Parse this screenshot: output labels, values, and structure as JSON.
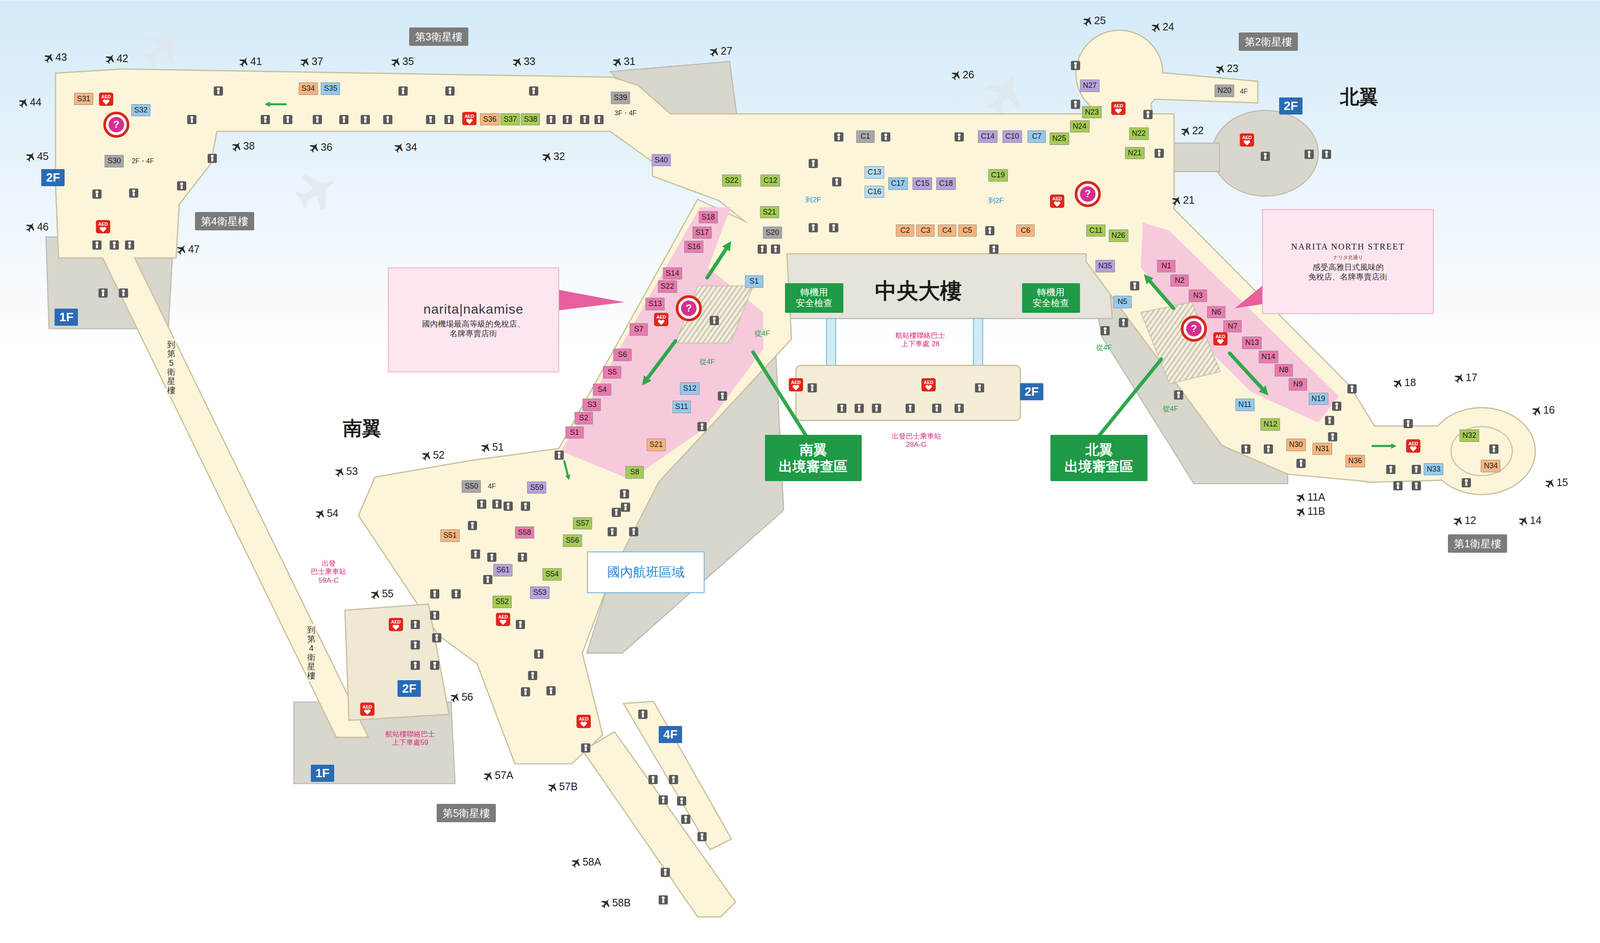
{
  "diagram": {
    "nodes": [
      {
        "text": [
          "第3衛星樓"
        ]
      },
      {
        "text": [
          "第2衛星樓"
        ]
      },
      {
        "text": [
          "第4衛星樓"
        ]
      },
      {
        "text": [
          "第5衛星樓"
        ]
      },
      {
        "text": [
          "第1衛星樓"
        ]
      },
      {
        "text": [
          "2F"
        ]
      },
      {
        "text": [
          "2F"
        ]
      },
      {
        "text": [
          "2F"
        ]
      },
      {
        "text": [
          "2F"
        ]
      },
      {
        "text": [
          "1F"
        ]
      },
      {
        "text": [
          "1F"
        ]
      },
      {
        "text": [
          "4F"
        ]
      },
      {
        "text": [
          "narita|nakamise",
          "國內機場最高等級的免稅店、 名牌專賣店街"
        ]
      },
      {
        "text": [
          "NARITA NORTH STREET",
          "ナリタ北通り",
          "感受高雅日式風味的 免稅店、名牌專賣店街"
        ]
      },
      {
        "text": [
          "南翼 出境審查區"
        ]
      },
      {
        "text": [
          "北翼 出境審查區"
        ]
      },
      {
        "text": [
          "轉機用 安全檢查"
        ]
      },
      {
        "text": [
          "轉機用 安全檢查"
        ]
      },
      {
        "text": [
          "國內航班區域"
        ]
      },
      {
        "text": [
          "S31"
        ]
      },
      {
        "text": [
          "S32"
        ]
      },
      {
        "text": [
          "S30"
        ]
      },
      {
        "text": [
          "S34"
        ]
      },
      {
        "text": [
          "S35"
        ]
      },
      {
        "text": [
          "S36"
        ]
      },
      {
        "text": [
          "S37"
        ]
      },
      {
        "text": [
          "S38"
        ]
      },
      {
        "text": [
          "S39"
        ]
      },
      {
        "text": [
          "S40"
        ]
      },
      {
        "text": [
          "S22"
        ]
      },
      {
        "text": [
          "C12"
        ]
      },
      {
        "text": [
          "C1"
        ]
      },
      {
        "text": [
          "C14"
        ]
      },
      {
        "text": [
          "C10"
        ]
      },
      {
        "text": [
          "C7"
        ]
      },
      {
        "text": [
          "N25"
        ]
      },
      {
        "text": [
          "N24"
        ]
      },
      {
        "text": [
          "N23"
        ]
      },
      {
        "text": [
          "N27"
        ]
      },
      {
        "text": [
          "N20"
        ]
      },
      {
        "text": [
          "N22"
        ]
      },
      {
        "text": [
          "N21"
        ]
      },
      {
        "text": [
          "C13"
        ]
      },
      {
        "text": [
          "C16"
        ]
      },
      {
        "text": [
          "C17"
        ]
      },
      {
        "text": [
          "C15"
        ]
      },
      {
        "text": [
          "C18"
        ]
      },
      {
        "text": [
          "C19"
        ]
      },
      {
        "text": [
          "S18"
        ]
      },
      {
        "text": [
          "S17"
        ]
      },
      {
        "text": [
          "S16"
        ]
      },
      {
        "text": [
          "S21"
        ]
      },
      {
        "text": [
          "S20"
        ]
      },
      {
        "text": [
          "C2"
        ]
      },
      {
        "text": [
          "C3"
        ]
      },
      {
        "text": [
          "C4"
        ]
      },
      {
        "text": [
          "C5"
        ]
      },
      {
        "text": [
          "C6"
        ]
      },
      {
        "text": [
          "C11"
        ]
      },
      {
        "text": [
          "N26"
        ]
      },
      {
        "text": [
          "S14"
        ]
      },
      {
        "text": [
          "S22"
        ]
      },
      {
        "text": [
          "S1"
        ]
      },
      {
        "text": [
          "N35"
        ]
      },
      {
        "text": [
          "N1"
        ]
      },
      {
        "text": [
          "N2"
        ]
      },
      {
        "text": [
          "N3"
        ]
      },
      {
        "text": [
          "N5"
        ]
      },
      {
        "text": [
          "S13"
        ]
      },
      {
        "text": [
          "N6"
        ]
      },
      {
        "text": [
          "S7"
        ]
      },
      {
        "text": [
          "N7"
        ]
      },
      {
        "text": [
          "N13"
        ]
      },
      {
        "text": [
          "S6"
        ]
      },
      {
        "text": [
          "N14"
        ]
      },
      {
        "text": [
          "S5"
        ]
      },
      {
        "text": [
          "N8"
        ]
      },
      {
        "text": [
          "N9"
        ]
      },
      {
        "text": [
          "S12"
        ]
      },
      {
        "text": [
          "S4"
        ]
      },
      {
        "text": [
          "N19"
        ]
      },
      {
        "text": [
          "N11"
        ]
      },
      {
        "text": [
          "S3"
        ]
      },
      {
        "text": [
          "S11"
        ]
      },
      {
        "text": [
          "S2"
        ]
      },
      {
        "text": [
          "N12"
        ]
      },
      {
        "text": [
          "S1"
        ]
      },
      {
        "text": [
          "N32"
        ]
      },
      {
        "text": [
          "S21"
        ]
      },
      {
        "text": [
          "N30"
        ]
      },
      {
        "text": [
          "N31"
        ]
      },
      {
        "text": [
          "N36"
        ]
      },
      {
        "text": [
          "N34"
        ]
      },
      {
        "text": [
          "N33"
        ]
      },
      {
        "text": [
          "S8"
        ]
      },
      {
        "text": [
          "S50"
        ]
      },
      {
        "text": [
          "S59"
        ]
      },
      {
        "text": [
          "S57"
        ]
      },
      {
        "text": [
          "S58"
        ]
      },
      {
        "text": [
          "S51"
        ]
      },
      {
        "text": [
          "S56"
        ]
      },
      {
        "text": [
          "S61"
        ]
      },
      {
        "text": [
          "S54"
        ]
      },
      {
        "text": [
          "S53"
        ]
      },
      {
        "text": [
          "S52"
        ]
      }
    ],
    "labels": [
      "北翼",
      "南翼",
      "中央大樓",
      "43",
      "42",
      "44",
      "45",
      "46",
      "47",
      "41",
      "38",
      "37",
      "36",
      "35",
      "34",
      "33",
      "32",
      "31",
      "27",
      "26",
      "25",
      "24",
      "23",
      "22",
      "21",
      "18",
      "17",
      "16",
      "15",
      "14",
      "12",
      "11A",
      "11B",
      "51",
      "52",
      "53",
      "54",
      "55",
      "56",
      "57A",
      "57B",
      "58A",
      "58B",
      "2F・4F",
      "3F・4F",
      "4F",
      "4F",
      "到2F",
      "到2F",
      "從4F",
      "從4F",
      "從4F",
      "從4F",
      "航站樓聯絡巴士 上下車處 28",
      "出發巴士乘車站 28A-G",
      "出發 巴士乘車站 59A-C",
      "航站樓聯絡巴士 上下車處59",
      "到第5衛星樓",
      "到第4衛星樓",
      "AED",
      "AED",
      "AED",
      "AED",
      "AED",
      "AED",
      "AED",
      "AED",
      "AED",
      "AED",
      "AED",
      "AED",
      "AED",
      "AED",
      "AED",
      "?",
      "?",
      "?",
      "?"
    ]
  }
}
